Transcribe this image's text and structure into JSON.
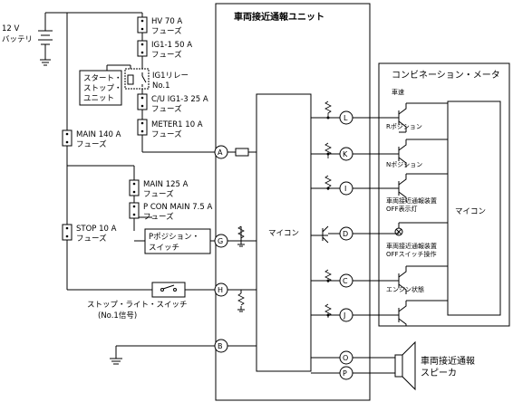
{
  "battery": {
    "line1": "12 V",
    "line2": "バッテリ"
  },
  "fuses": {
    "hv": {
      "name": "HV 70 A",
      "type": "フューズ"
    },
    "ig1": {
      "name": "IG1-1 50 A",
      "type": "フューズ"
    },
    "cu": {
      "name": "C/U IG1-3 25 A",
      "type": "フューズ"
    },
    "meter": {
      "name": "METER1 10 A",
      "type": "フューズ"
    },
    "main140": {
      "name": "MAIN 140 A",
      "type": "フューズ"
    },
    "main125": {
      "name": "MAIN 125 A",
      "type": "フューズ"
    },
    "pcon": {
      "name": "P CON MAIN 7.5 A",
      "type": "フューズ"
    },
    "stop": {
      "name": "STOP 10 A",
      "type": "フューズ"
    }
  },
  "start_stop": {
    "line1": "スタート・",
    "line2": "ストップ・",
    "line3": "ユニット"
  },
  "ig1_relay": {
    "line1": "IG1リレー",
    "line2": "No.1"
  },
  "p_position": {
    "line1": "Pポジション・",
    "line2": "スイッチ"
  },
  "stop_light": {
    "line1": "ストップ・ライト・スイッチ",
    "line2": "(No.1信号)"
  },
  "unit": {
    "title": "車両接近通報ユニット",
    "micon": "マイコン"
  },
  "meter": {
    "title": "コンビネーション・メータ",
    "micon": "マイコン",
    "signals": {
      "speed": "車速",
      "r": "Rポジション",
      "n": "Nポジション",
      "lamp1": "車両接近通報装置",
      "lamp2": "OFF表示灯",
      "sw1": "車両接近通報装置",
      "sw2": "OFFスイッチ操作",
      "engine": "エンジン状態"
    }
  },
  "speaker": {
    "line1": "車両接近通報",
    "line2": "スピーカ"
  },
  "pins": {
    "A": "A",
    "G": "G",
    "H": "H",
    "B": "B",
    "L": "L",
    "K": "K",
    "I": "I",
    "D": "D",
    "C": "C",
    "J": "J",
    "O": "O",
    "P": "P"
  }
}
